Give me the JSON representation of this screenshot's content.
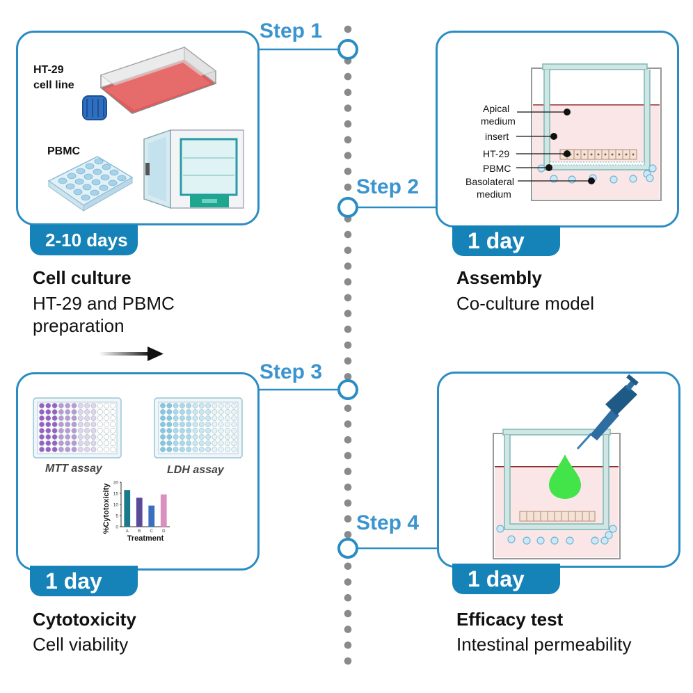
{
  "steps": [
    {
      "label": "Step 1",
      "duration": "2-10 days",
      "title": "Cell culture",
      "subtitle_line1": "HT-29 and PBMC",
      "subtitle_line2": "preparation"
    },
    {
      "label": "Step 2",
      "duration": "1 day",
      "title": "Assembly",
      "subtitle_line1": "Co-culture model"
    },
    {
      "label": "Step 3",
      "duration": "1 day",
      "title": "Cytotoxicity",
      "subtitle_line1": "Cell viability"
    },
    {
      "label": "Step 4",
      "duration": "1 day",
      "title": "Efficacy test",
      "subtitle_line1": "Intestinal permeability"
    }
  ],
  "panel1": {
    "ht29_line1": "HT-29",
    "ht29_line2": "cell line",
    "pbmc": "PBMC"
  },
  "panel2": {
    "apical_line1": "Apical",
    "apical_line2": "medium",
    "insert": "insert",
    "ht29": "HT-29",
    "pbmc": "PBMC",
    "basolateral_line1": "Basolateral",
    "basolateral_line2": "medium"
  },
  "panel3": {
    "mtt": "MTT assay",
    "ldh": "LDH assay"
  },
  "chart_data": {
    "type": "bar",
    "categories": [
      "A",
      "B",
      "C",
      "D"
    ],
    "values": [
      16.5,
      13,
      9.5,
      14.5
    ],
    "colors": [
      "#1a7a8c",
      "#5a4a9a",
      "#3a6fc0",
      "#d98fc0"
    ],
    "ylabel": "%Cytotoxicity",
    "xlabel": "Treatment",
    "yticks": [
      0,
      5,
      10,
      15,
      20
    ],
    "ylim": [
      0,
      20
    ]
  },
  "colors": {
    "accent": "#1582b8",
    "step_text": "#3a94cf",
    "panel_border": "#2b8cc4",
    "dot": "#8a8a8a"
  }
}
